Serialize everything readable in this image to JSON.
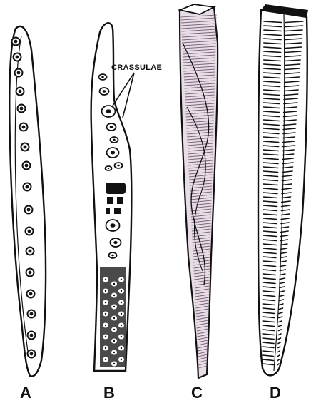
{
  "figure": {
    "callout": "CRASSULAE",
    "labels": [
      "A",
      "B",
      "C",
      "D"
    ]
  },
  "colors": {
    "ink": "#111111",
    "fiber_c_fill": "#e8dde6",
    "fiber_c_lines": "#5e4a5e",
    "paper": "#ffffff"
  }
}
